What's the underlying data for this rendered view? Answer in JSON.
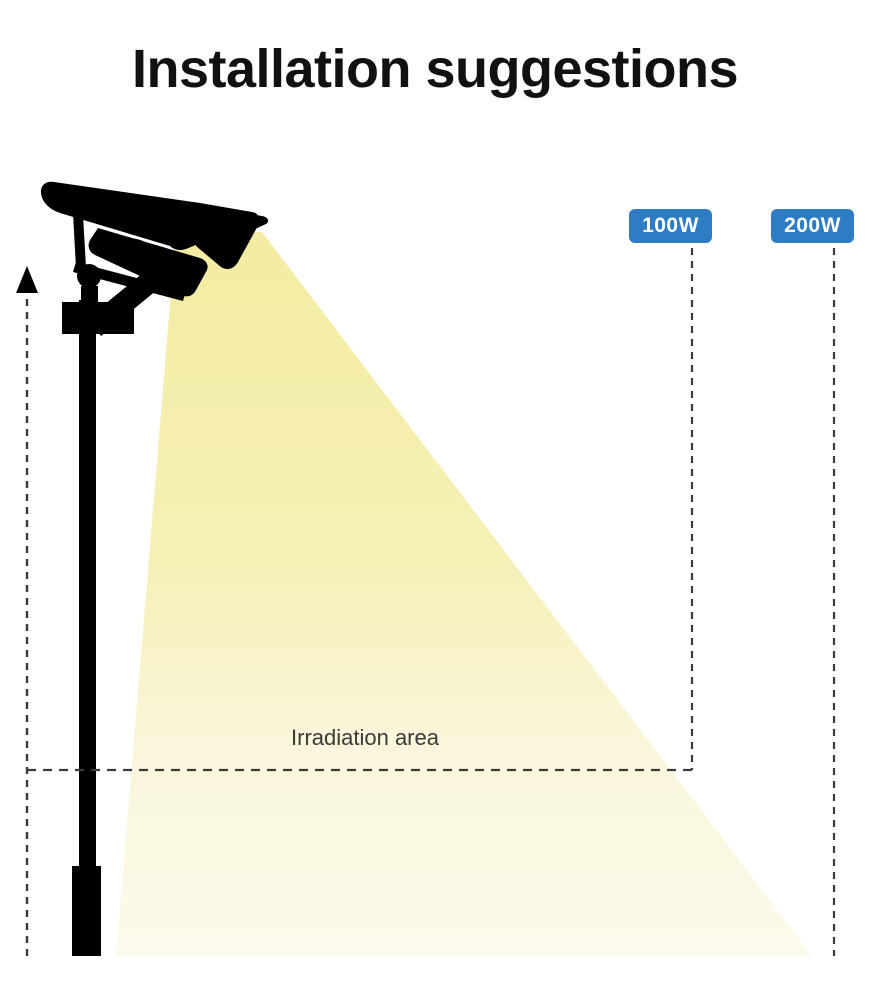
{
  "page": {
    "title": "Installation suggestions",
    "background_color": "#FFFFFF"
  },
  "diagram": {
    "irradiation_label": "Irradiation area",
    "cone_color_top": "#F5EFA8",
    "cone_color_bottom": "#FBF9E6",
    "fixture_color": "#000000",
    "guide_line_color": "#444444",
    "badges": [
      {
        "label": "100W",
        "color": "#2E7DC4",
        "text_color": "#FFFFFF"
      },
      {
        "label": "200W",
        "color": "#2E7DC4",
        "text_color": "#FFFFFF"
      }
    ]
  }
}
